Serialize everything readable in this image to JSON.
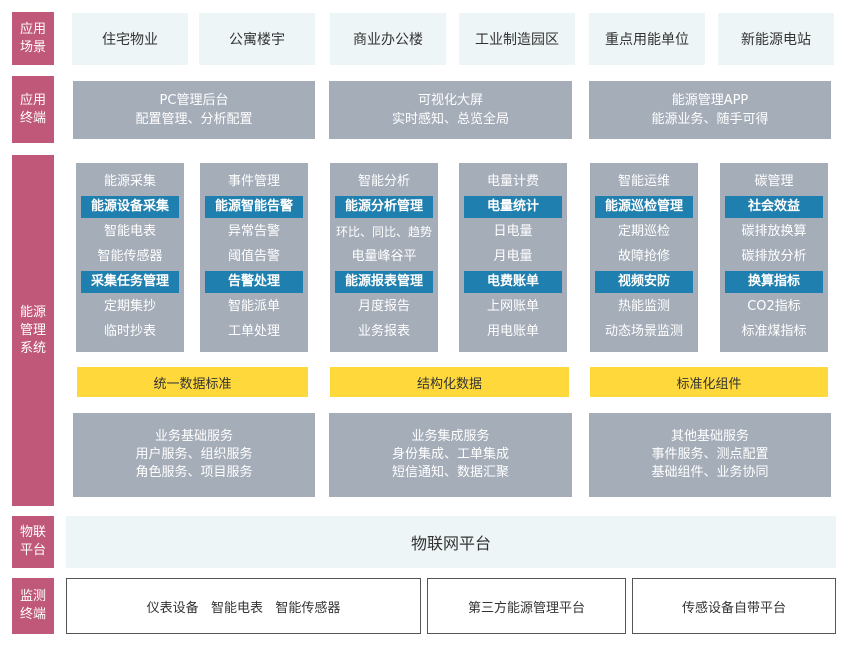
{
  "side_labels": {
    "scenes": "应用场景",
    "terminals": "应用终端",
    "system": "能源管理系统",
    "iot": "物联平台",
    "monitor": "监测终端"
  },
  "scenes": [
    "住宅物业",
    "公寓楼宇",
    "商业办公楼",
    "工业制造园区",
    "重点用能单位",
    "新能源电站"
  ],
  "terminals": [
    {
      "title": "PC管理后台",
      "desc": "配置管理、分析配置"
    },
    {
      "title": "可视化大屏",
      "desc": "实时感知、总览全局"
    },
    {
      "title": "能源管理APP",
      "desc": "能源业务、随手可得"
    }
  ],
  "modules": [
    {
      "items": [
        {
          "text": "能源采集",
          "hl": false
        },
        {
          "text": "能源设备采集",
          "hl": true
        },
        {
          "text": "智能电表",
          "hl": false
        },
        {
          "text": "智能传感器",
          "hl": false
        },
        {
          "text": "采集任务管理",
          "hl": true
        },
        {
          "text": "定期集抄",
          "hl": false
        },
        {
          "text": "临时抄表",
          "hl": false
        }
      ]
    },
    {
      "items": [
        {
          "text": "事件管理",
          "hl": false
        },
        {
          "text": "能源智能告警",
          "hl": true
        },
        {
          "text": "异常告警",
          "hl": false
        },
        {
          "text": "阈值告警",
          "hl": false
        },
        {
          "text": "告警处理",
          "hl": true
        },
        {
          "text": "智能派单",
          "hl": false
        },
        {
          "text": "工单处理",
          "hl": false
        }
      ]
    },
    {
      "items": [
        {
          "text": "智能分析",
          "hl": false
        },
        {
          "text": "能源分析管理",
          "hl": true
        },
        {
          "text": "环比、同比、趋势",
          "hl": false
        },
        {
          "text": "电量峰谷平",
          "hl": false
        },
        {
          "text": "能源报表管理",
          "hl": true
        },
        {
          "text": "月度报告",
          "hl": false
        },
        {
          "text": "业务报表",
          "hl": false
        }
      ]
    },
    {
      "items": [
        {
          "text": "电量计费",
          "hl": false
        },
        {
          "text": "电量统计",
          "hl": true
        },
        {
          "text": "日电量",
          "hl": false
        },
        {
          "text": "月电量",
          "hl": false
        },
        {
          "text": "电费账单",
          "hl": true
        },
        {
          "text": "上网账单",
          "hl": false
        },
        {
          "text": "用电账单",
          "hl": false
        }
      ]
    },
    {
      "items": [
        {
          "text": "智能运维",
          "hl": false
        },
        {
          "text": "能源巡检管理",
          "hl": true
        },
        {
          "text": "定期巡检",
          "hl": false
        },
        {
          "text": "故障抢修",
          "hl": false
        },
        {
          "text": "视频安防",
          "hl": true
        },
        {
          "text": "热能监测",
          "hl": false
        },
        {
          "text": "动态场景监测",
          "hl": false
        }
      ]
    },
    {
      "items": [
        {
          "text": "碳管理",
          "hl": false
        },
        {
          "text": "社会效益",
          "hl": true
        },
        {
          "text": "碳排放换算",
          "hl": false
        },
        {
          "text": "碳排放分析",
          "hl": false
        },
        {
          "text": "换算指标",
          "hl": true
        },
        {
          "text": "CO2指标",
          "hl": false
        },
        {
          "text": "标准煤指标",
          "hl": false
        }
      ]
    }
  ],
  "standards": [
    "统一数据标准",
    "结构化数据",
    "标准化组件"
  ],
  "services": [
    {
      "title": "业务基础服务",
      "lines": [
        "用户服务、组织服务",
        "角色服务、项目服务"
      ]
    },
    {
      "title": "业务集成服务",
      "lines": [
        "身份集成、工单集成",
        "短信通知、数据汇聚"
      ]
    },
    {
      "title": "其他基础服务",
      "lines": [
        "事件服务、测点配置",
        "基础组件、业务协同"
      ]
    }
  ],
  "iot_platform": "物联网平台",
  "devices": [
    "仪表设备   智能电表   智能传感器",
    "第三方能源管理平台",
    "传感设备自带平台"
  ],
  "colors": {
    "side": "#c0587a",
    "panel": "#a5adb9",
    "highlight": "#1f7fae",
    "standard": "#ffd93b",
    "scene": "#eef5f7"
  }
}
